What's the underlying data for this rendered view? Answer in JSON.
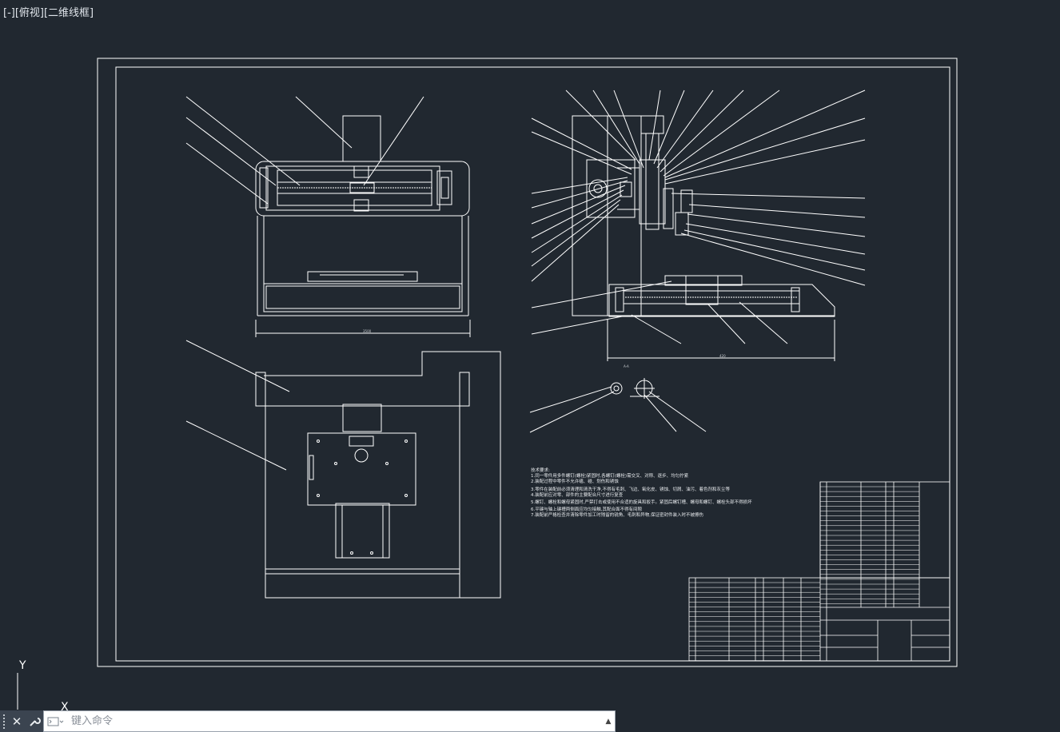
{
  "viewport": {
    "label": "[-][俯视][二维线框]"
  },
  "ucs": {
    "y_label": "Y",
    "x_label": "X"
  },
  "command_line": {
    "placeholder": "键入命令"
  },
  "technical_requirements": {
    "title": "技术要求:",
    "lines": [
      "1.同一零件用多件螺钉(螺栓)紧固时,各螺钉(螺栓)需交叉、对称、逐步、均匀拧紧",
      "2.装配过程中零件不允许磕、碰、划伤和锈蚀",
      "3.零件在装配前必须清理和清洗干净,不得有毛刺、飞边、氧化皮、锈蚀、切屑、油污、着色剂和灰尘等",
      "4.装配前应对零、部件的主要配合尺寸进行复查",
      "5.螺钉、螺栓和螺母紧固时,严禁打击或使用不合适的旋具和扳手。紧固后螺钉槽、螺母和螺钉、螺栓头部不得损坏",
      "6.平键与轴上键槽两侧面应均匀接触,其配合面不得有间隙",
      "7.装配前严格检查并清除零件加工时残留的锐角、毛刺和异物,保证密封件装入时不被擦伤"
    ]
  },
  "dimensions": {
    "front_width": "3500",
    "side_width": "420",
    "detail_label": "A-A"
  },
  "colors": {
    "background": "#212830",
    "line": "#ffffff",
    "command_bar": "#3b4450"
  }
}
